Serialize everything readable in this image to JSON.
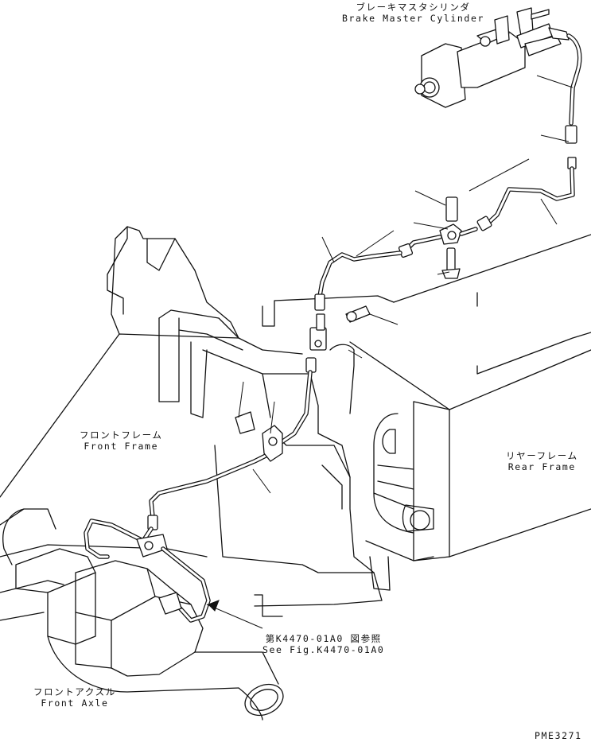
{
  "labels": {
    "brake_master_cylinder_jp": "ブレーキマスタシリンダ",
    "brake_master_cylinder_en": "Brake Master Cylinder",
    "front_frame_jp": "フロントフレーム",
    "front_frame_en": "Front Frame",
    "rear_frame_jp": "リヤーフレーム",
    "rear_frame_en": "Rear Frame",
    "see_fig_jp": "第K4470-01A0 図参照",
    "see_fig_en": "See Fig.K4470-01A0",
    "front_axle_jp": "フロントアクスル",
    "front_axle_en": "Front Axle",
    "drawing_code": "PME3271"
  }
}
